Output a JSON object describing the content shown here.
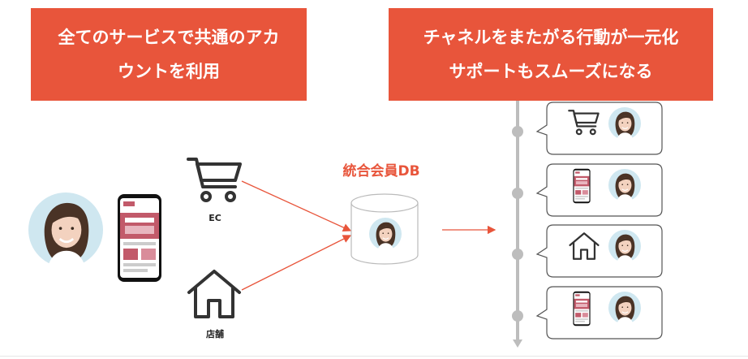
{
  "banners": {
    "left_line1": "全てのサービスで共通のアカ",
    "left_line2": "ウントを利用",
    "right_line1": "チャネルをまたがる行動が一元化",
    "right_line2": "サポートもスムーズになる"
  },
  "channels": {
    "ec_label": "EC",
    "store_label": "店舗"
  },
  "database": {
    "title": "統合会員DB"
  },
  "colors": {
    "accent": "#e8553b",
    "timeline": "#bdbdbd",
    "icon_stroke": "#333333"
  },
  "timeline_events": [
    {
      "icon": "cart-icon"
    },
    {
      "icon": "phone-app-icon"
    },
    {
      "icon": "house-icon"
    },
    {
      "icon": "phone-app-icon"
    }
  ]
}
